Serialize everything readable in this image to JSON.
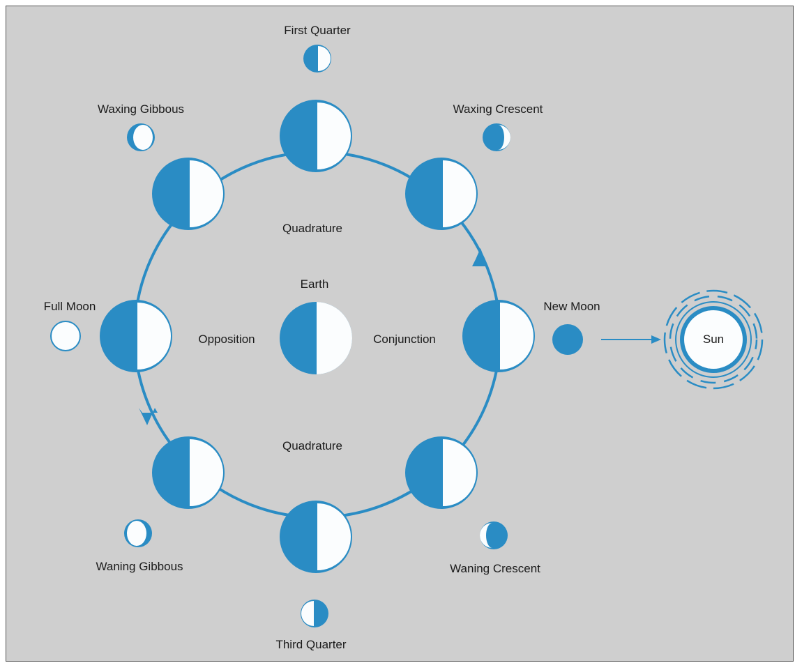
{
  "labels": {
    "first_quarter": "First Quarter",
    "waxing_gibbous": "Waxing Gibbous",
    "waxing_crescent": "Waxing Crescent",
    "quadrature_top": "Quadrature",
    "earth": "Earth",
    "full_moon": "Full Moon",
    "new_moon": "New Moon",
    "opposition": "Opposition",
    "conjunction": "Conjunction",
    "quadrature_bottom": "Quadrature",
    "waning_gibbous": "Waning Gibbous",
    "waning_crescent": "Waning Crescent",
    "third_quarter": "Third Quarter",
    "sun": "Sun"
  },
  "colors": {
    "background": "#cfcfcf",
    "blue": "#2a8cc4",
    "light": "#fbfdfe"
  }
}
